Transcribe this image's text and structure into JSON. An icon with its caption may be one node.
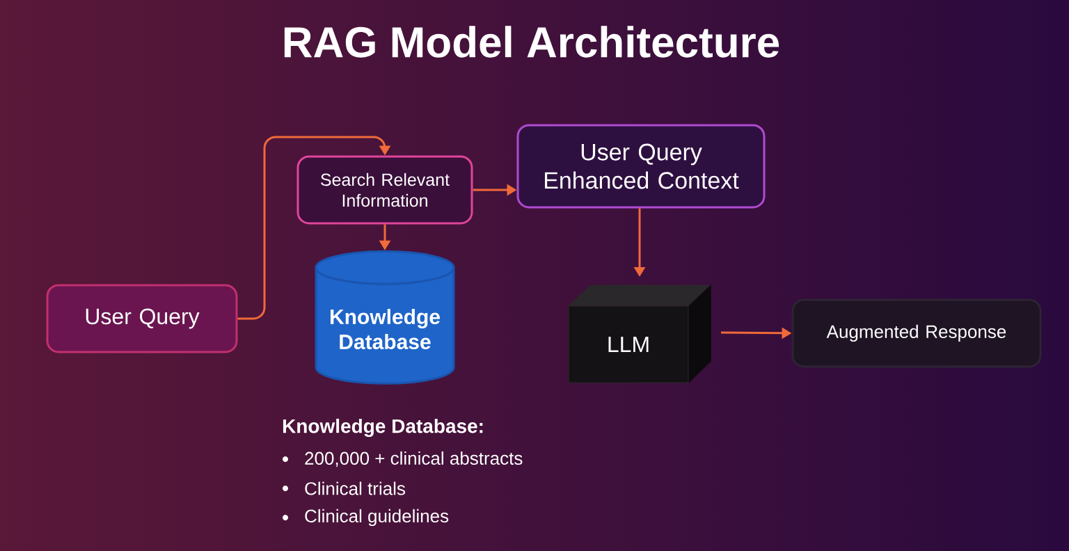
{
  "diagram": {
    "title": "RAG Model Architecture",
    "nodes": [
      {
        "text": [
          "User Query"
        ]
      },
      {
        "text": [
          "Search Relevant Information"
        ]
      },
      {
        "text": [
          "Knowledge Database"
        ]
      },
      {
        "text": [
          "User Query Enhanced Context"
        ]
      },
      {
        "text": [
          "LLM"
        ]
      },
      {
        "text": [
          "Augmented Response"
        ]
      }
    ],
    "edges": [
      {
        "from": 0,
        "to": 1,
        "arrow": "to"
      },
      {
        "from": 1,
        "to": 2,
        "arrow": "to"
      },
      {
        "from": 1,
        "to": 3,
        "arrow": "to"
      },
      {
        "from": 3,
        "to": 4,
        "arrow": "to"
      },
      {
        "from": 4,
        "to": 5,
        "arrow": "to"
      }
    ],
    "labels": [
      "Knowledge Database:",
      "200,000 + clinical abstracts",
      "Clinical trials",
      "Clinical guidelines"
    ]
  }
}
